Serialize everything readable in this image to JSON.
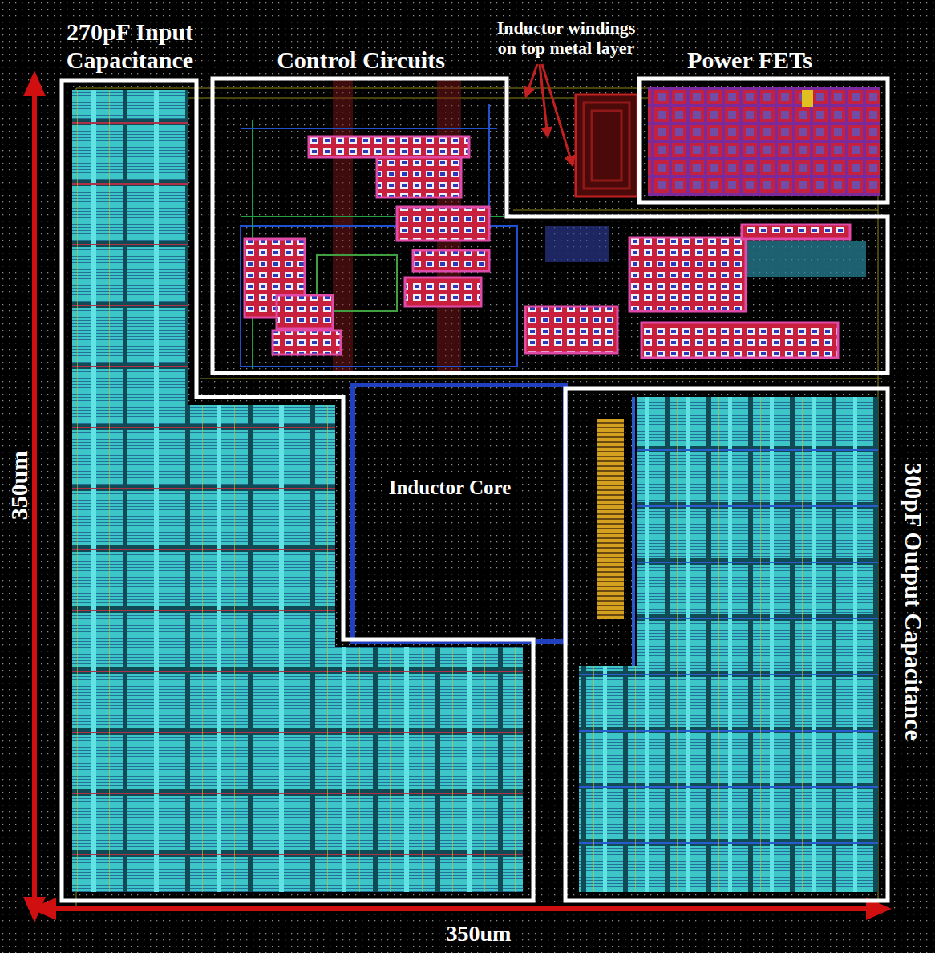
{
  "diagram": {
    "nodes": [
      {
        "text": [
          "270pF Input Capacitance"
        ]
      },
      {
        "text": [
          "Control Circuits"
        ]
      },
      {
        "text": [
          "Power FETs"
        ]
      },
      {
        "text": [
          "300pF Output Capacitance"
        ]
      }
    ],
    "labels": [
      "Inductor windings on top metal layer",
      "Inductor Core",
      "350um",
      "350um"
    ]
  }
}
